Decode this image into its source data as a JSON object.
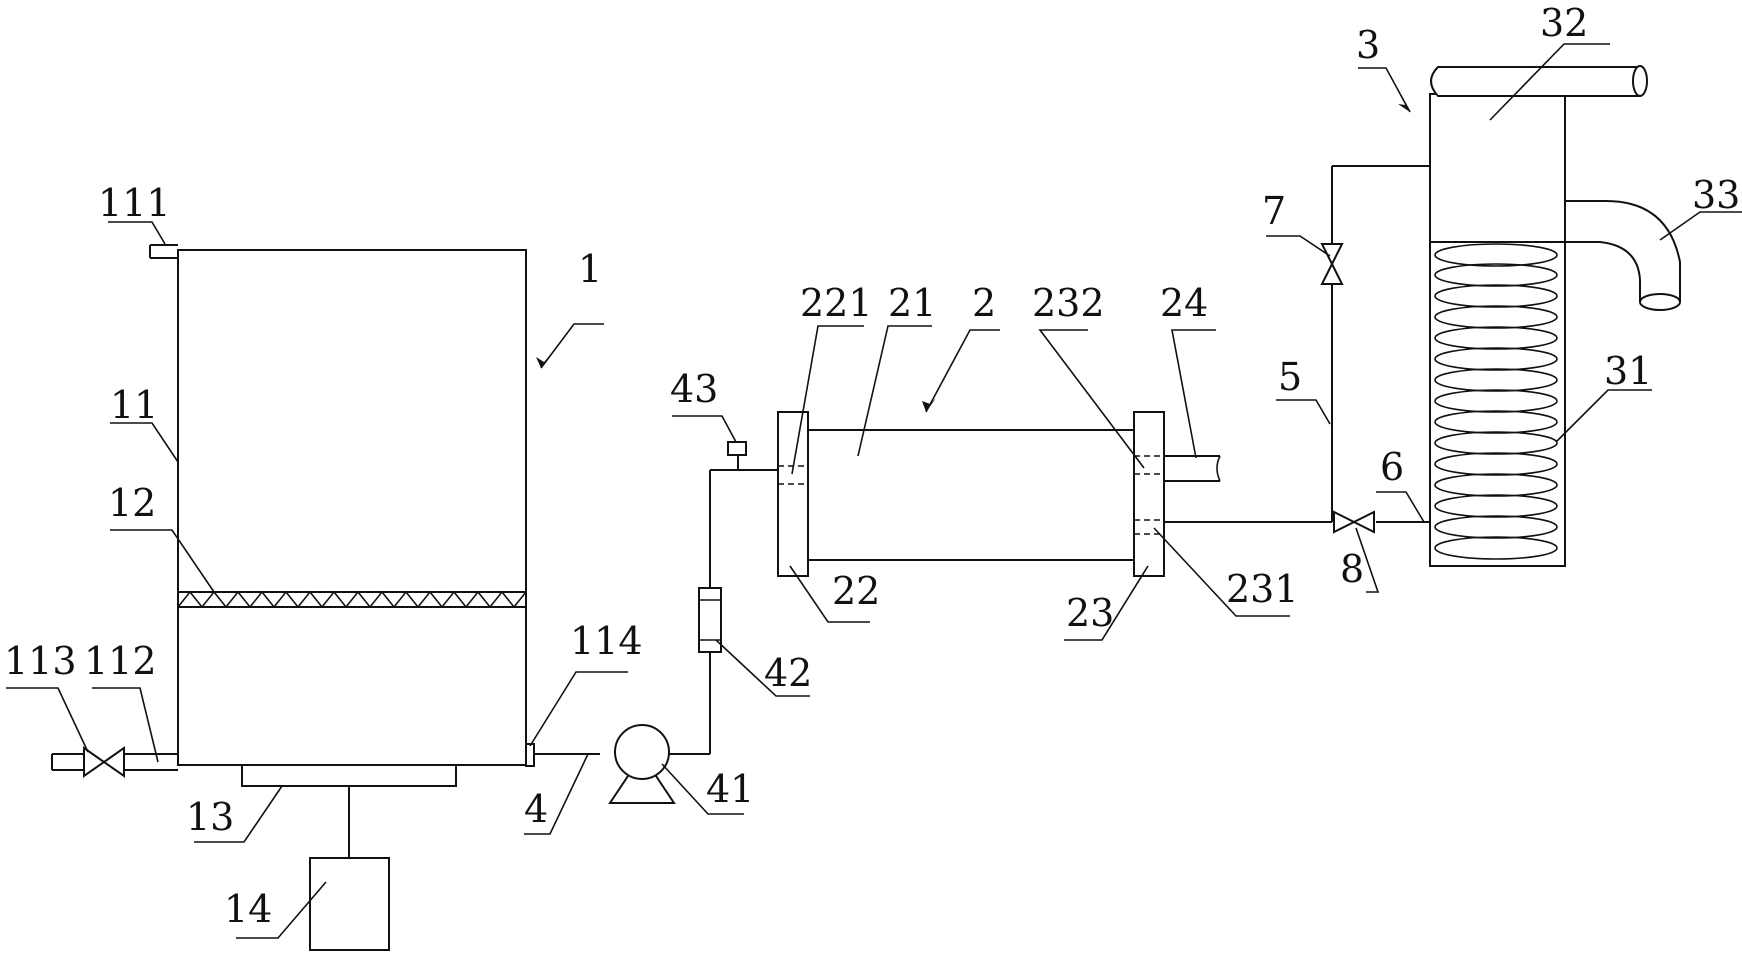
{
  "labels": {
    "l111": "111",
    "l1": "1",
    "l11": "11",
    "l12": "12",
    "l113": "113",
    "l112": "112",
    "l114": "114",
    "l13": "13",
    "l14": "14",
    "l4": "4",
    "l41": "41",
    "l42": "42",
    "l43": "43",
    "l221": "221",
    "l21": "21",
    "l2": "2",
    "l232": "232",
    "l24": "24",
    "l22": "22",
    "l23": "23",
    "l231": "231",
    "l3": "3",
    "l32": "32",
    "l33": "33",
    "l7": "7",
    "l5": "5",
    "l6": "6",
    "l31": "31",
    "l8": "8"
  },
  "colors": {
    "line": "#111111",
    "background": "#ffffff"
  }
}
